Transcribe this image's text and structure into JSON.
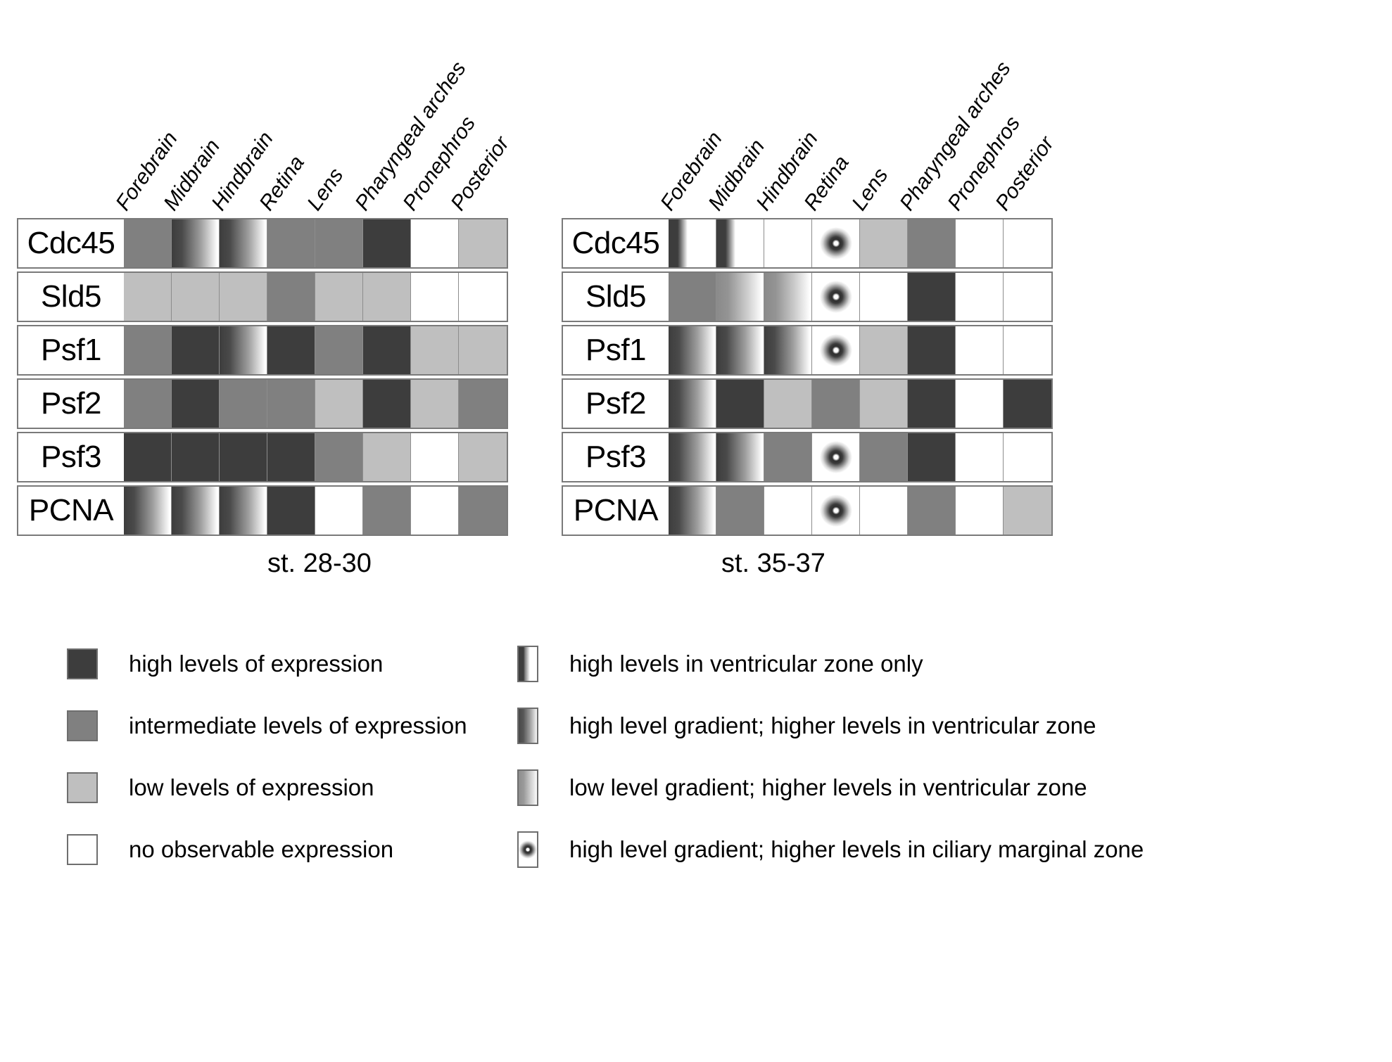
{
  "columns": [
    "Forebrain",
    "Midbrain",
    "Hindbrain",
    "Retina",
    "Lens",
    "Pharyngeal arches",
    "Pronephros",
    "Posterior"
  ],
  "genes": [
    "Cdc45",
    "Sld5",
    "Psf1",
    "Psf2",
    "Psf3",
    "PCNA"
  ],
  "panels": [
    {
      "id": "left",
      "caption": "st. 28-30",
      "rows": [
        {
          "gene": "Cdc45",
          "values": [
            "intermediate",
            "grad-high",
            "grad-high",
            "intermediate",
            "intermediate",
            "high",
            "none",
            "low"
          ]
        },
        {
          "gene": "Sld5",
          "values": [
            "low",
            "low",
            "low",
            "intermediate",
            "low",
            "low",
            "none",
            "none"
          ]
        },
        {
          "gene": "Psf1",
          "values": [
            "intermediate",
            "high",
            "grad-high",
            "high",
            "intermediate",
            "high",
            "low",
            "low"
          ]
        },
        {
          "gene": "Psf2",
          "values": [
            "intermediate",
            "high",
            "intermediate",
            "intermediate",
            "low",
            "high",
            "low",
            "intermediate"
          ]
        },
        {
          "gene": "Psf3",
          "values": [
            "high",
            "high",
            "high",
            "high",
            "intermediate",
            "low",
            "none",
            "low"
          ]
        },
        {
          "gene": "PCNA",
          "values": [
            "grad-high",
            "grad-high",
            "grad-high",
            "high",
            "none",
            "intermediate",
            "none",
            "intermediate"
          ]
        }
      ]
    },
    {
      "id": "right",
      "caption": "st. 35-37",
      "rows": [
        {
          "gene": "Cdc45",
          "values": [
            "vz-only",
            "vz-only",
            "none",
            "cmz",
            "low",
            "intermediate",
            "none",
            "none"
          ]
        },
        {
          "gene": "Sld5",
          "values": [
            "intermediate",
            "grad-low",
            "grad-low",
            "cmz",
            "none",
            "high",
            "none",
            "none"
          ]
        },
        {
          "gene": "Psf1",
          "values": [
            "grad-high",
            "grad-high",
            "grad-high",
            "cmz",
            "low",
            "high",
            "none",
            "none"
          ]
        },
        {
          "gene": "Psf2",
          "values": [
            "grad-high",
            "high",
            "low",
            "intermediate",
            "low",
            "high",
            "none",
            "high"
          ]
        },
        {
          "gene": "Psf3",
          "values": [
            "grad-high",
            "grad-high",
            "intermediate",
            "cmz",
            "intermediate",
            "high",
            "none",
            "none"
          ]
        },
        {
          "gene": "PCNA",
          "values": [
            "grad-high",
            "intermediate",
            "none",
            "cmz",
            "none",
            "intermediate",
            "none",
            "low"
          ]
        }
      ]
    }
  ],
  "legend": {
    "left_column": [
      {
        "swatch": "high",
        "label": "high levels of expression"
      },
      {
        "swatch": "intermediate",
        "label": "intermediate levels of expression"
      },
      {
        "swatch": "low",
        "label": "low levels of expression"
      },
      {
        "swatch": "none",
        "label": "no observable expression"
      }
    ],
    "right_column": [
      {
        "swatch": "vz-only",
        "label": "high levels in ventricular zone only"
      },
      {
        "swatch": "grad-high",
        "label": "high level gradient; higher levels in ventricular zone"
      },
      {
        "swatch": "grad-low",
        "label": "low level gradient; higher levels in ventricular zone"
      },
      {
        "swatch": "cmz",
        "label": "high level gradient; higher levels in ciliary marginal zone"
      }
    ]
  },
  "colors": {
    "high": "#3d3d3d",
    "intermediate": "#808080",
    "low": "#bfbfbf",
    "none": "#ffffff",
    "border": "#7a7a7a"
  }
}
